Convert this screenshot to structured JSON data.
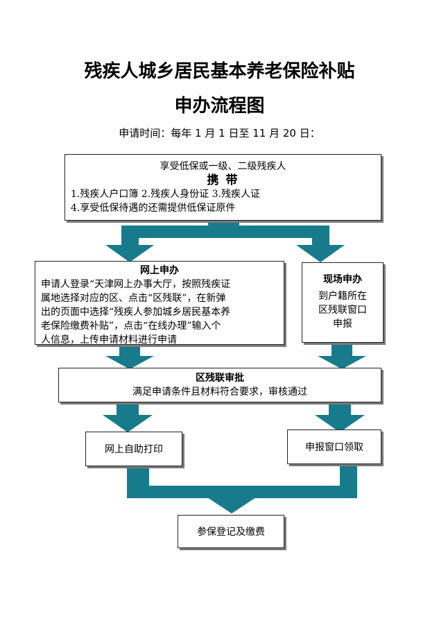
{
  "title_main": "残疾人城乡居民基本养老保险补贴",
  "title_sub": "申办流程图",
  "apply_time": "申请时间：每年 1 月 1 日至 11 月 20 日：",
  "colors": {
    "arrow": "#177b8c",
    "border": "#222222",
    "shadow": "#7a7a7a"
  },
  "top_box": {
    "heading": "享受低保或一级、二级残疾人",
    "carry": "携  带",
    "items_row1": "1.残疾人户口簿    2.残疾人身份证      3.残疾人证",
    "items_row2": "4.享受低保待遇的还需提供低保证原件"
  },
  "online_box": {
    "title": "网上申办",
    "lines": [
      "申请人登录“天津网上办事大厅，按照残疾证",
      "属地选择对应的区、点击“区残联”，在新弹",
      "出的页面中选择“残疾人参加城乡居民基本养",
      "老保险缴费补贴”，点击“在线办理”输入个",
      "人信息，上传申请材料进行申请"
    ]
  },
  "onsite_box": {
    "title": "现场申办",
    "lines": [
      "到户籍所在",
      "区残联窗口",
      "申报"
    ]
  },
  "approval_box": {
    "title": "区残联审批",
    "text": "满足申请条件且材料符合要求，审核通过"
  },
  "print_box": {
    "text": "网上自助打印"
  },
  "collect_box": {
    "text": "申报窗口领取"
  },
  "final_box": {
    "text": "参保登记及缴费"
  }
}
